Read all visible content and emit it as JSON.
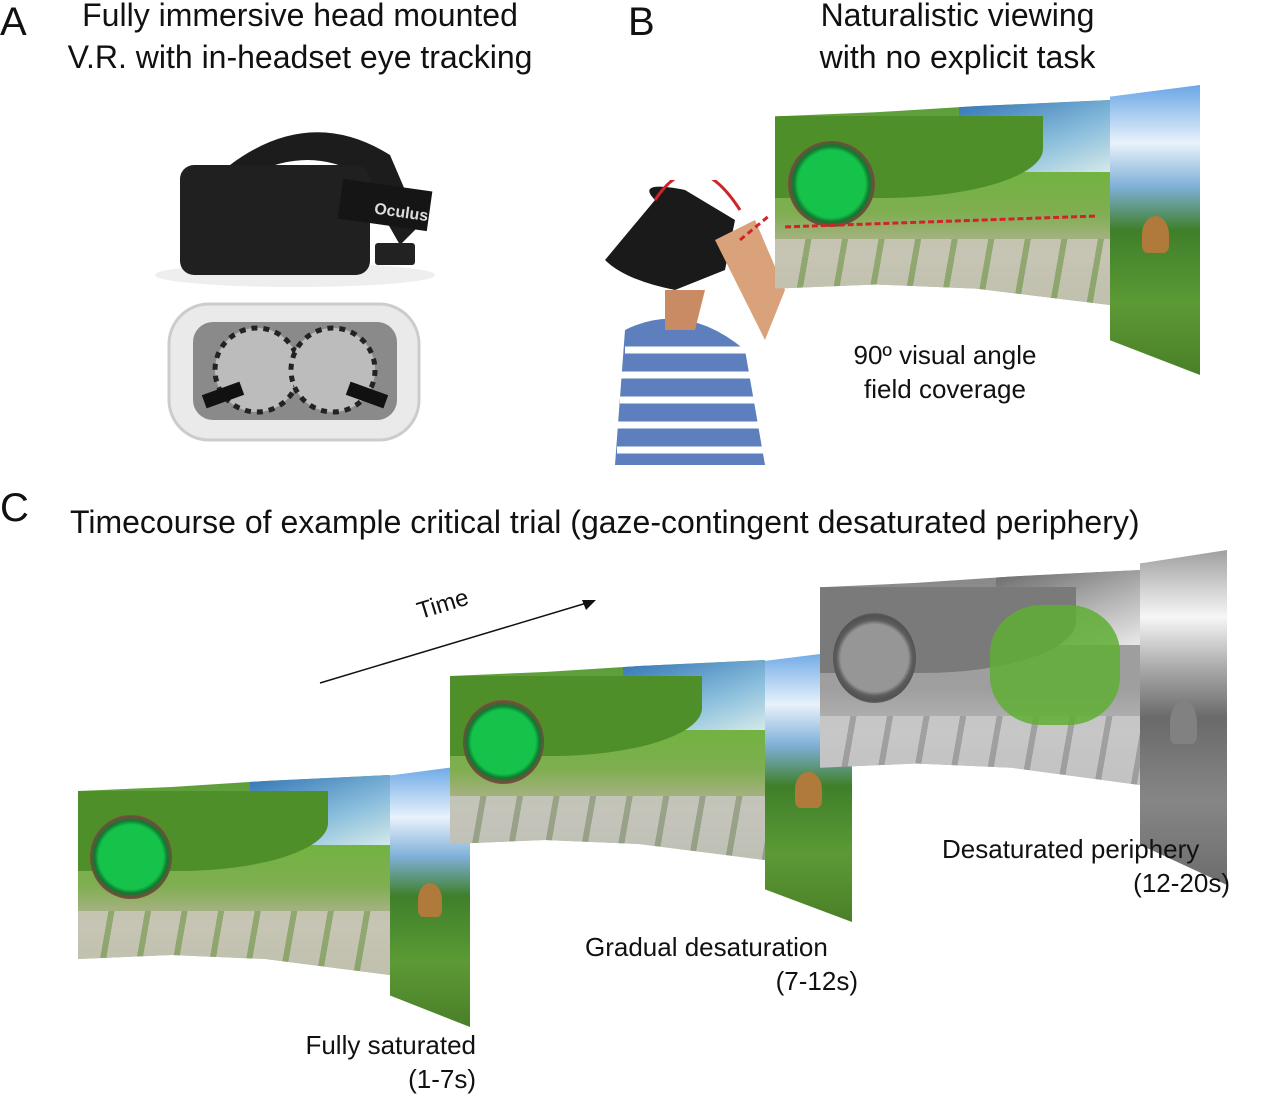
{
  "panel_a": {
    "label": "A",
    "title_line1": "Fully immersive head mounted",
    "title_line2": "V.R. with in-headset eye tracking",
    "headset_brand": "Oculus"
  },
  "panel_b": {
    "label": "B",
    "title_line1": "Naturalistic viewing",
    "title_line2": "with no explicit task",
    "caption_line1": "90º visual angle",
    "caption_line2": "field coverage"
  },
  "panel_c": {
    "label": "C",
    "title": "Timecourse of example critical trial (gaze-contingent desaturated periphery)",
    "arrow_label": "Time",
    "stages": [
      {
        "name": "Fully saturated",
        "time": "(1-7s)"
      },
      {
        "name": "Gradual desaturation",
        "time": "(7-12s)"
      },
      {
        "name": "Desaturated periphery",
        "time": "(12-20s)"
      }
    ]
  },
  "colors": {
    "gaze_line": "#d0232a",
    "arrow": "#d0232a"
  }
}
